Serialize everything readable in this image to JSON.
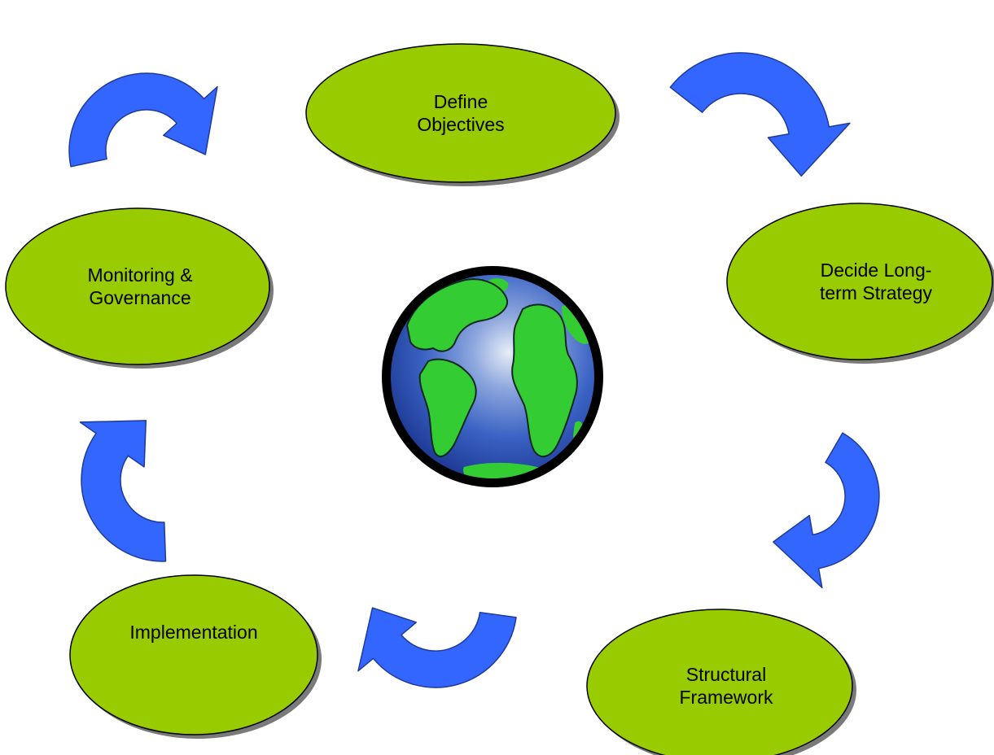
{
  "diagram": {
    "colors": {
      "node_fill": "#99cc00",
      "node_stroke": "#000000",
      "node_shadow": "#7a7a7a",
      "arrow_fill": "#3366ff",
      "arrow_stroke": "#1f3a99",
      "globe_ocean": "#1f4fb8",
      "globe_land": "#33cc33",
      "globe_rim": "#000000"
    },
    "center_icon": "globe-icon",
    "nodes": [
      {
        "id": "define-objectives",
        "lines": [
          "Define",
          "Objectives"
        ]
      },
      {
        "id": "decide-long-term-strategy",
        "lines": [
          "Decide Long-",
          "term Strategy"
        ]
      },
      {
        "id": "structural-framework",
        "lines": [
          "Structural",
          "Framework"
        ]
      },
      {
        "id": "implementation",
        "lines": [
          "Implementation"
        ]
      },
      {
        "id": "monitoring-governance",
        "lines": [
          "Monitoring &",
          "Governance"
        ]
      }
    ],
    "arrows": [
      {
        "id": "arrow-monitoring-to-define",
        "icon": "curved-arrow-icon"
      },
      {
        "id": "arrow-define-to-strategy",
        "icon": "curved-arrow-icon"
      },
      {
        "id": "arrow-strategy-to-framework",
        "icon": "curved-arrow-icon"
      },
      {
        "id": "arrow-framework-to-implementation",
        "icon": "curved-arrow-icon"
      },
      {
        "id": "arrow-implementation-to-monitoring",
        "icon": "curved-arrow-icon"
      }
    ]
  }
}
